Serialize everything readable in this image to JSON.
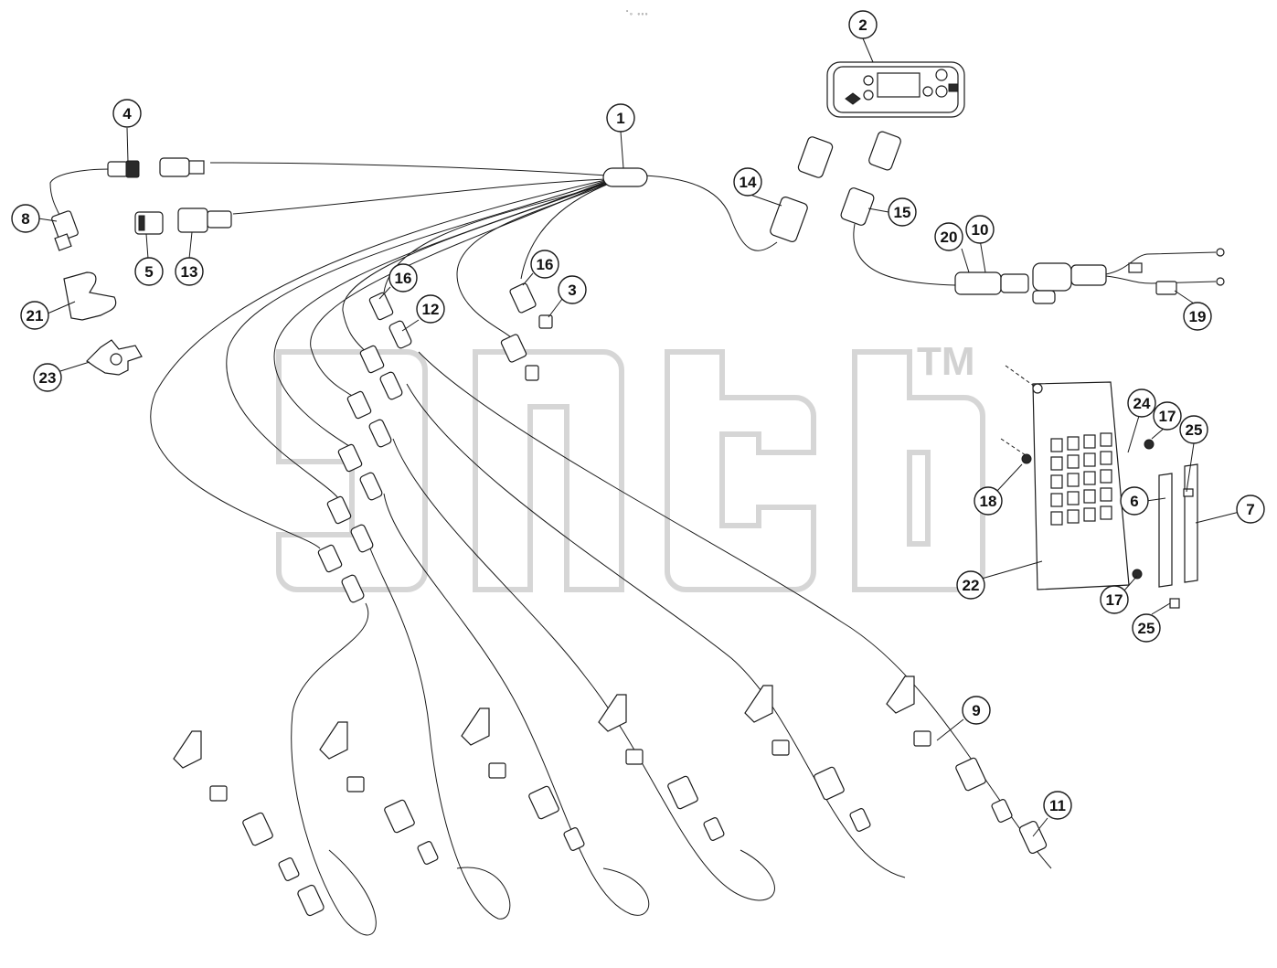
{
  "header": {
    "mark": "°₀ ₀₀₀"
  },
  "watermark": {
    "tm": "TM",
    "color": "#c8c8c8"
  },
  "callouts": [
    {
      "id": "c1",
      "label": "1"
    },
    {
      "id": "c2",
      "label": "2"
    },
    {
      "id": "c3",
      "label": "3"
    },
    {
      "id": "c4",
      "label": "4"
    },
    {
      "id": "c5",
      "label": "5"
    },
    {
      "id": "c6",
      "label": "6"
    },
    {
      "id": "c7",
      "label": "7"
    },
    {
      "id": "c8",
      "label": "8"
    },
    {
      "id": "c9",
      "label": "9"
    },
    {
      "id": "c10",
      "label": "10"
    },
    {
      "id": "c11",
      "label": "11"
    },
    {
      "id": "c12",
      "label": "12"
    },
    {
      "id": "c13",
      "label": "13"
    },
    {
      "id": "c14",
      "label": "14"
    },
    {
      "id": "c15",
      "label": "15"
    },
    {
      "id": "c16a",
      "label": "16"
    },
    {
      "id": "c16b",
      "label": "16"
    },
    {
      "id": "c17a",
      "label": "17"
    },
    {
      "id": "c17b",
      "label": "17"
    },
    {
      "id": "c18",
      "label": "18"
    },
    {
      "id": "c19",
      "label": "19"
    },
    {
      "id": "c20",
      "label": "20"
    },
    {
      "id": "c21",
      "label": "21"
    },
    {
      "id": "c22",
      "label": "22"
    },
    {
      "id": "c23",
      "label": "23"
    },
    {
      "id": "c24",
      "label": "24"
    },
    {
      "id": "c25a",
      "label": "25"
    },
    {
      "id": "c25b",
      "label": "25"
    }
  ]
}
